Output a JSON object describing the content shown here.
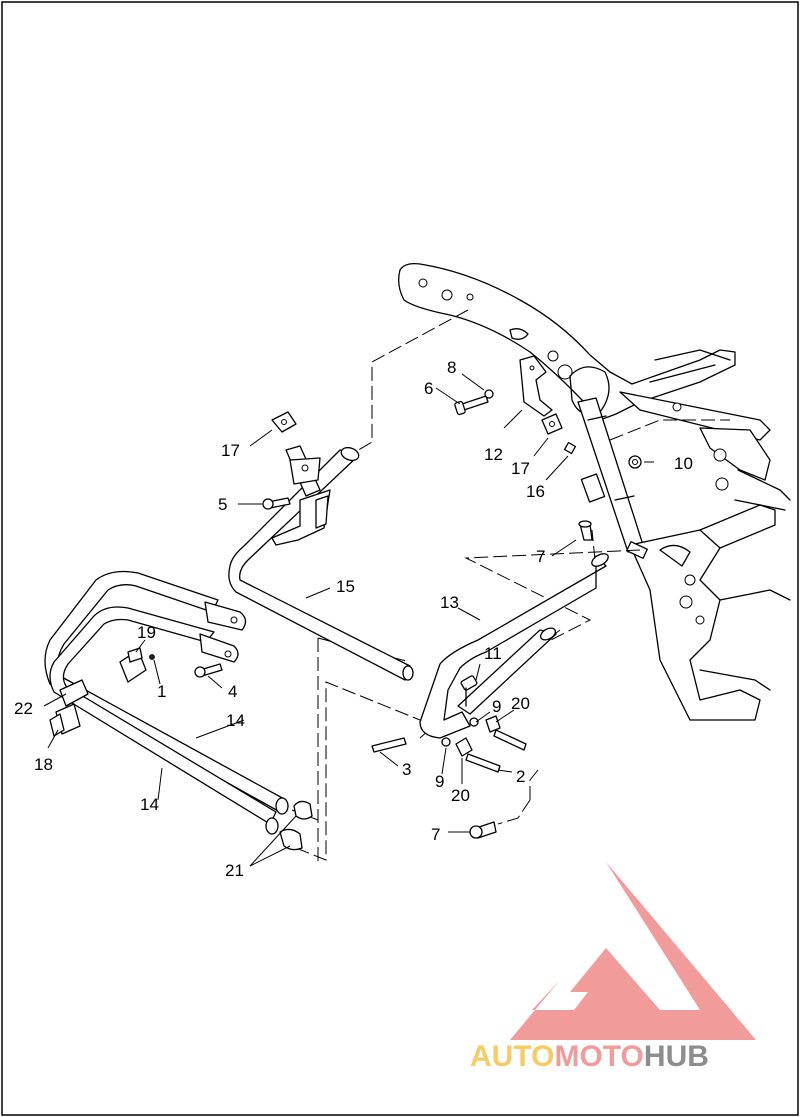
{
  "diagram": {
    "callouts": [
      {
        "id": "c1",
        "label": "1"
      },
      {
        "id": "c2",
        "label": "2"
      },
      {
        "id": "c3",
        "label": "3"
      },
      {
        "id": "c4",
        "label": "4"
      },
      {
        "id": "c5",
        "label": "5"
      },
      {
        "id": "c6",
        "label": "6"
      },
      {
        "id": "c7a",
        "label": "7"
      },
      {
        "id": "c7b",
        "label": "7"
      },
      {
        "id": "c8",
        "label": "8"
      },
      {
        "id": "c9a",
        "label": "9"
      },
      {
        "id": "c9b",
        "label": "9"
      },
      {
        "id": "c10",
        "label": "10"
      },
      {
        "id": "c11",
        "label": "11"
      },
      {
        "id": "c12",
        "label": "12"
      },
      {
        "id": "c13",
        "label": "13"
      },
      {
        "id": "c14a",
        "label": "14"
      },
      {
        "id": "c14b",
        "label": "14"
      },
      {
        "id": "c15",
        "label": "15"
      },
      {
        "id": "c16",
        "label": "16"
      },
      {
        "id": "c17a",
        "label": "17"
      },
      {
        "id": "c17b",
        "label": "17"
      },
      {
        "id": "c18",
        "label": "18"
      },
      {
        "id": "c19",
        "label": "19"
      },
      {
        "id": "c20a",
        "label": "20"
      },
      {
        "id": "c20b",
        "label": "20"
      },
      {
        "id": "c21",
        "label": "21"
      },
      {
        "id": "c22",
        "label": "22"
      }
    ]
  },
  "watermark": {
    "word_part1": "AUTO",
    "word_part2": "MOTO",
    "word_part3": "HUB",
    "color_part1": "#f5c24a",
    "color_part2": "#f08a8a",
    "color_part3": "#7a7a7a",
    "logo_color": "#f08a8a"
  }
}
